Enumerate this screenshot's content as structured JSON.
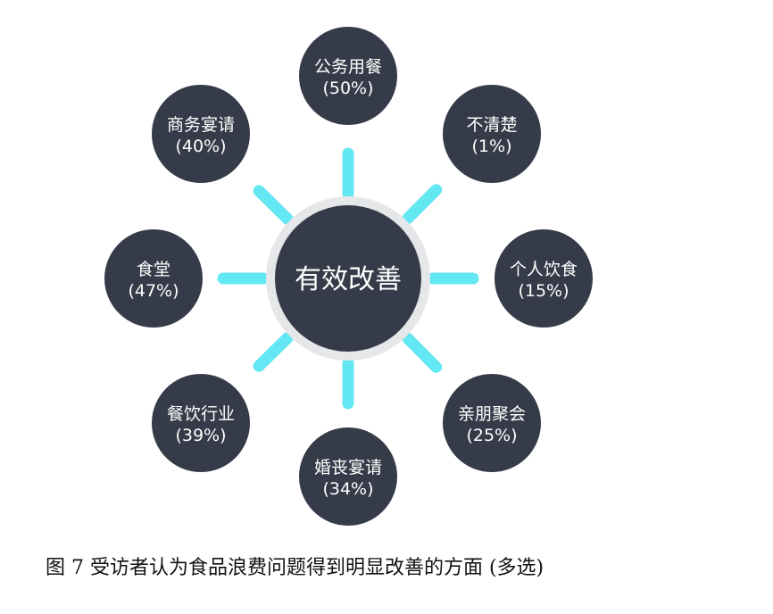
{
  "center": {
    "label": "有效改善"
  },
  "nodes": [
    {
      "name": "公务用餐",
      "value": "(50%)",
      "highlight": true
    },
    {
      "name": "不清楚",
      "value": "(1%)",
      "highlight": false
    },
    {
      "name": "个人饮食",
      "value": "(15%)",
      "highlight": false
    },
    {
      "name": "亲朋聚会",
      "value": "(25%)",
      "highlight": false
    },
    {
      "name": "婚丧宴请",
      "value": "(34%)",
      "highlight": false
    },
    {
      "name": "餐饮行业",
      "value": "(39%)",
      "highlight": false
    },
    {
      "name": "食堂",
      "value": "(47%)",
      "highlight": false
    },
    {
      "name": "商务宴请",
      "value": "(40%)",
      "highlight": false
    }
  ],
  "caption": "图 7  受访者认为食品浪费问题得到明显改善的方面  (多选)",
  "colors": {
    "node_fill": "#353b48",
    "spoke": "#63e7f2",
    "ring": "#e6e7e9",
    "highlight_text": "#63e7f2",
    "text": "#ffffff"
  }
}
